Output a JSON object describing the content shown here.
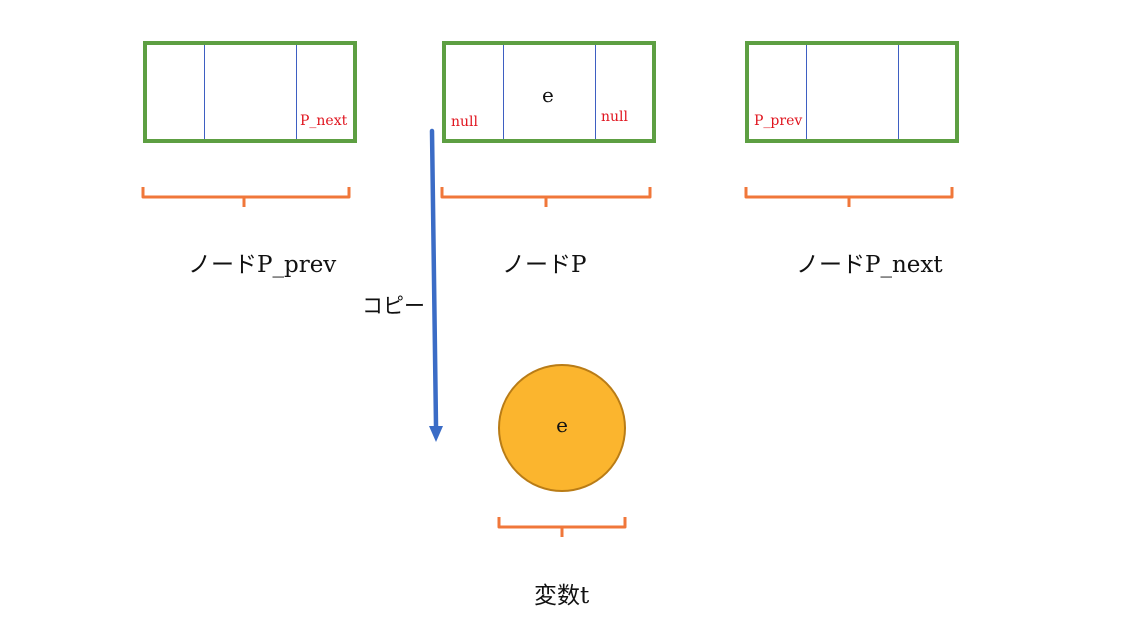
{
  "nodes": {
    "prev": {
      "label": "ノードP_prev",
      "field_right": "P_next"
    },
    "p": {
      "label": "ノードP",
      "field_left": "null",
      "field_center": "e",
      "field_right": "null"
    },
    "next": {
      "label": "ノードP_next",
      "field_left": "P_prev"
    }
  },
  "copy_arrow": {
    "label": "コピー"
  },
  "variable": {
    "value": "e",
    "label": "変数t"
  },
  "colors": {
    "node_border": "#5d9f42",
    "divider": "#3e5fc2",
    "pointer_text": "#e0141e",
    "brace": "#f0773a",
    "arrow": "#3b6cc6",
    "circle_fill": "#fbb52e",
    "circle_stroke": "#b97c16"
  }
}
